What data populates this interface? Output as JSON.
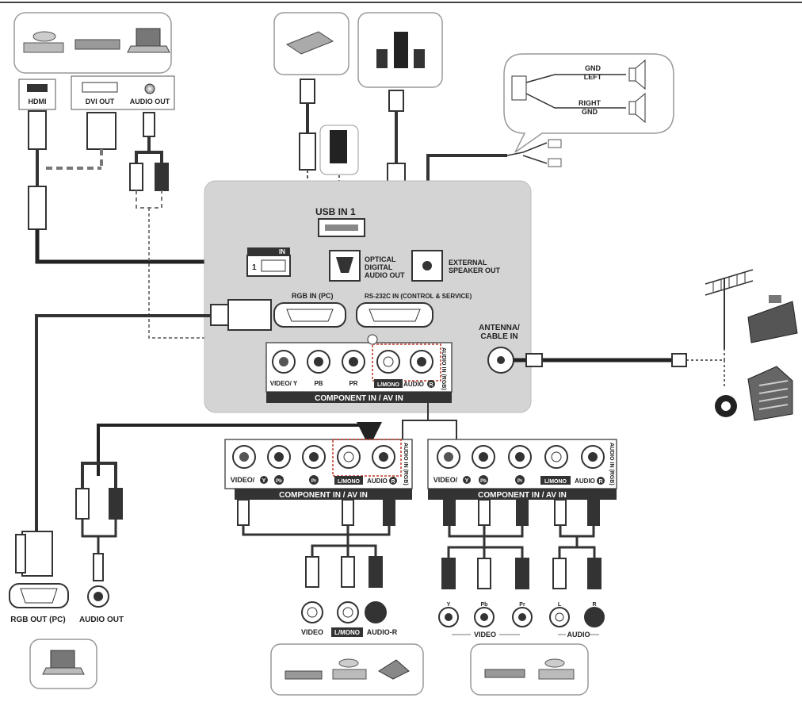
{
  "source_panel": {
    "hdmi": "HDMI",
    "dvi_out": "DVI OUT",
    "audio_out": "AUDIO OUT"
  },
  "usb": {
    "label": "USB IN 1"
  },
  "speaker_callout": {
    "gnd_left_1": "GND",
    "gnd_left_2": "LEFT",
    "right_gnd_1": "RIGHT",
    "right_gnd_2": "GND"
  },
  "tv_panel": {
    "hdmi_in": "IN",
    "hdmi_port_num": "1",
    "optical_1": "OPTICAL",
    "optical_2": "DIGITAL",
    "optical_3": "AUDIO OUT",
    "ext_speaker_1": "EXTERNAL",
    "ext_speaker_2": "SPEAKER OUT",
    "rgb_in": "RGB IN (PC)",
    "rs232": "RS-232C IN (CONTROL & SERVICE)",
    "antenna_1": "ANTENNA/",
    "antenna_2": "CABLE IN",
    "video_y": "VIDEO/ Y",
    "pb": "PB",
    "pr": "PR",
    "lmono": "L/MONO",
    "audio": "AUDIO",
    "r": "R",
    "audio_in_rgb": "AUDIO IN (RGB)",
    "component_bar": "COMPONENT IN / AV IN"
  },
  "component_left": {
    "video_y": "VIDEO/",
    "y": "Y",
    "pb": "Pb",
    "pr": "Pr",
    "lmono": "L/MONO",
    "audio": "AUDIO",
    "r": "R",
    "audio_in_rgb": "AUDIO IN (RGB)",
    "bar": "COMPONENT IN / AV IN"
  },
  "component_right": {
    "video_y": "VIDEO/",
    "y": "Y",
    "pb": "Pb",
    "pr": "Pr",
    "lmono": "L/MONO",
    "audio": "AUDIO",
    "r": "R",
    "audio_in_rgb": "AUDIO IN (RGB)",
    "bar": "COMPONENT IN / AV IN"
  },
  "pc_out": {
    "rgb_out": "RGB OUT (PC)",
    "audio_out": "AUDIO OUT"
  },
  "av_jacks": {
    "video": "VIDEO",
    "lmono": "L/MONO",
    "audio_r": "AUDIO-R"
  },
  "component_jacks": {
    "y": "Y",
    "pb": "Pb",
    "pr": "Pr",
    "l": "L",
    "r": "R",
    "video": "VIDEO",
    "audio": "AUDIO"
  },
  "colors": {
    "panel": "#d4d4d4",
    "cable": "#333333",
    "dashed": "#777777",
    "dotted_red": "#c0392b"
  }
}
